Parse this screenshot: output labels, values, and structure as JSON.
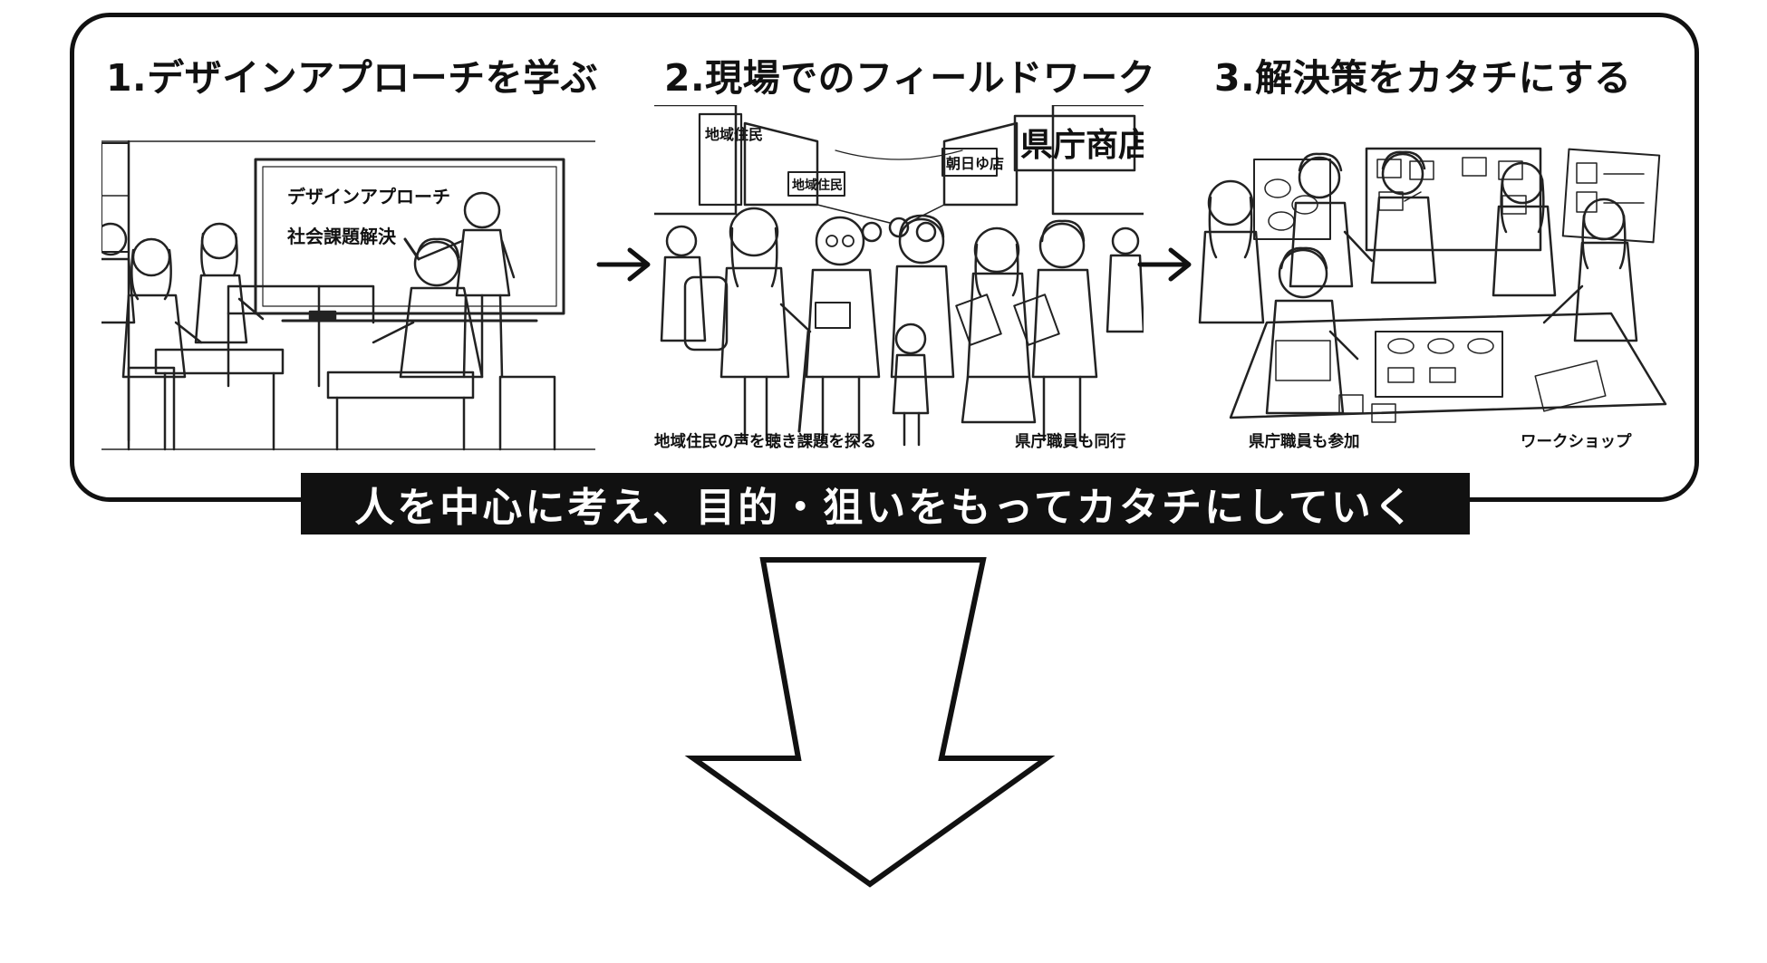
{
  "steps": [
    {
      "title": "1.デザインアプローチを学ぶ",
      "whiteboard_lines": [
        "デザインアプローチ",
        "社会課題解決"
      ]
    },
    {
      "title": "2.現場でのフィールドワーク",
      "signs": [
        "地域住民",
        "県庁商店",
        "朝日ゆ店",
        "地域住民"
      ],
      "captions": [
        "地域住民の声を聴き課題を探る",
        "県庁職員も同行"
      ]
    },
    {
      "title": "3.解決策をカタチにする",
      "captions": [
        "県庁職員も参加",
        "ワークショップ"
      ]
    }
  ],
  "banner": "人を中心に考え、目的・狙いをもってカタチにしていく",
  "icons": {
    "flow_arrow": "right-arrow-icon",
    "big_arrow": "down-arrow-icon"
  }
}
